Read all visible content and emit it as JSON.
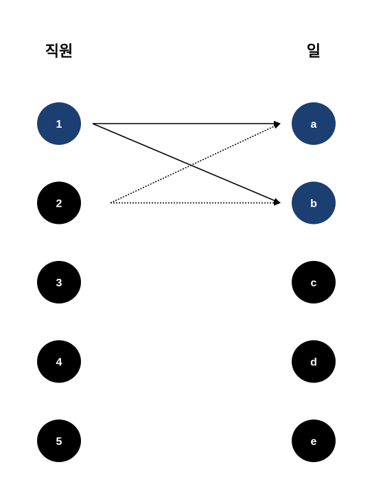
{
  "left_column": {
    "title": "직원",
    "nodes": [
      {
        "id": "1",
        "label": "1",
        "highlighted": true
      },
      {
        "id": "2",
        "label": "2",
        "highlighted": false
      },
      {
        "id": "3",
        "label": "3",
        "highlighted": false
      },
      {
        "id": "4",
        "label": "4",
        "highlighted": false
      },
      {
        "id": "5",
        "label": "5",
        "highlighted": false
      }
    ]
  },
  "right_column": {
    "title": "일",
    "nodes": [
      {
        "id": "a",
        "label": "a",
        "highlighted": true
      },
      {
        "id": "b",
        "label": "b",
        "highlighted": true
      },
      {
        "id": "c",
        "label": "c",
        "highlighted": false
      },
      {
        "id": "d",
        "label": "d",
        "highlighted": false
      },
      {
        "id": "e",
        "label": "e",
        "highlighted": false
      }
    ]
  },
  "edges": [
    {
      "from": "1",
      "to": "a",
      "style": "solid"
    },
    {
      "from": "1",
      "to": "b",
      "style": "solid"
    },
    {
      "from": "2",
      "to": "a",
      "style": "dotted"
    },
    {
      "from": "2",
      "to": "b",
      "style": "dotted"
    }
  ],
  "colors": {
    "highlight": "#1c3f72",
    "default": "#000000",
    "label": "#ffffff",
    "edge": "#000000"
  }
}
